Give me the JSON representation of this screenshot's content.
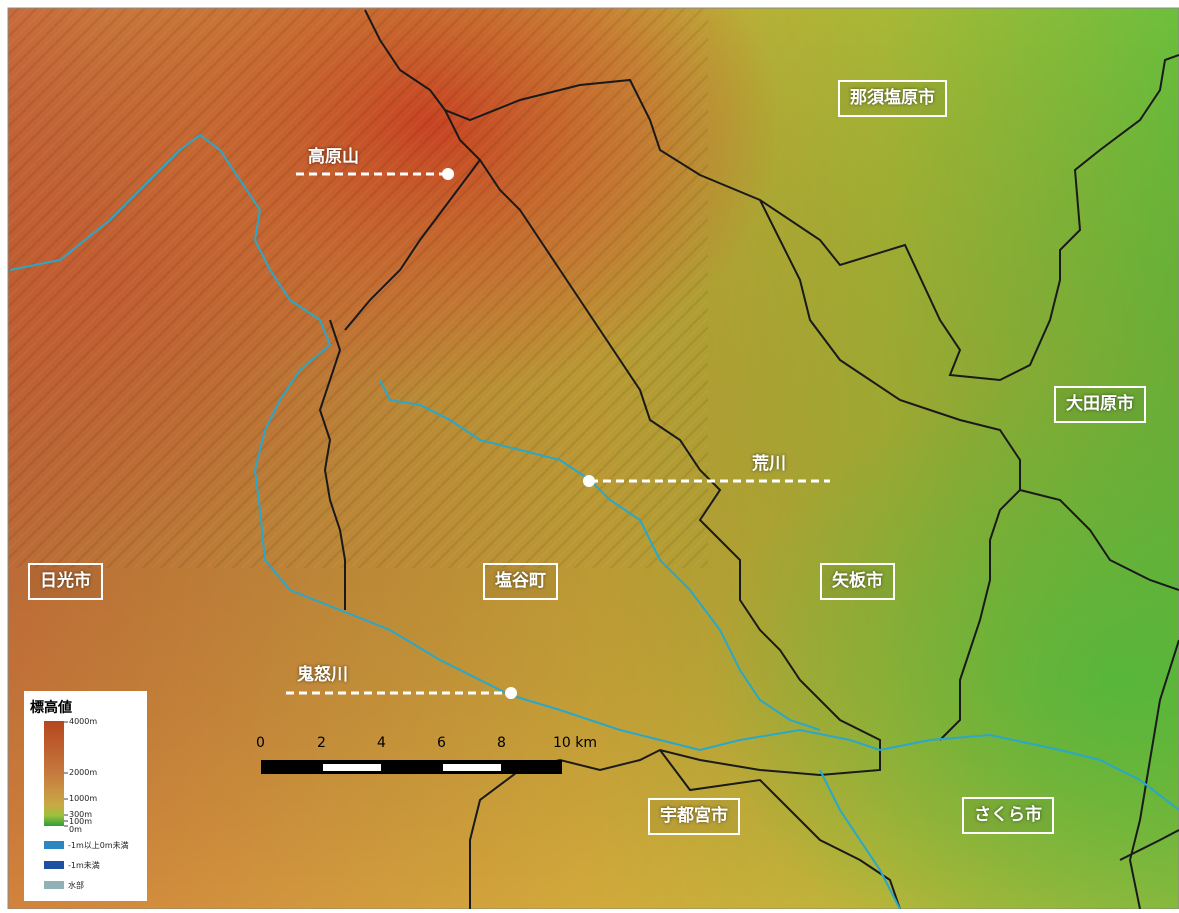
{
  "map": {
    "cities": [
      {
        "name": "那須塩原市",
        "id": "nasushiobara"
      },
      {
        "name": "大田原市",
        "id": "otawara"
      },
      {
        "name": "日光市",
        "id": "nikko"
      },
      {
        "name": "塩谷町",
        "id": "shioya"
      },
      {
        "name": "矢板市",
        "id": "yaita"
      },
      {
        "name": "宇都宮市",
        "id": "utsunomiya"
      },
      {
        "name": "さくら市",
        "id": "sakura"
      }
    ],
    "features": {
      "mountain": "高原山",
      "river_ara": "荒川",
      "river_kinu": "鬼怒川"
    }
  },
  "scale_bar": {
    "ticks": [
      "0",
      "2",
      "4",
      "6",
      "8",
      "10 km"
    ]
  },
  "legend": {
    "title": "標高値",
    "elevation_labels": [
      "4000m",
      "2000m",
      "1000m",
      "300m",
      "100m",
      "0m"
    ],
    "categories": [
      {
        "label": "-1m以上0m未満",
        "color": "#2e86c1"
      },
      {
        "label": "-1m未満",
        "color": "#1f4fa3"
      },
      {
        "label": "水部",
        "color": "#8fb3b5"
      }
    ]
  },
  "colors": {
    "river": "#2aa7c9",
    "boundary": "#1a1a1a",
    "high_elevation": "#c0502a",
    "mid_elevation": "#c9a43a",
    "low_elevation": "#5cbf3a"
  }
}
